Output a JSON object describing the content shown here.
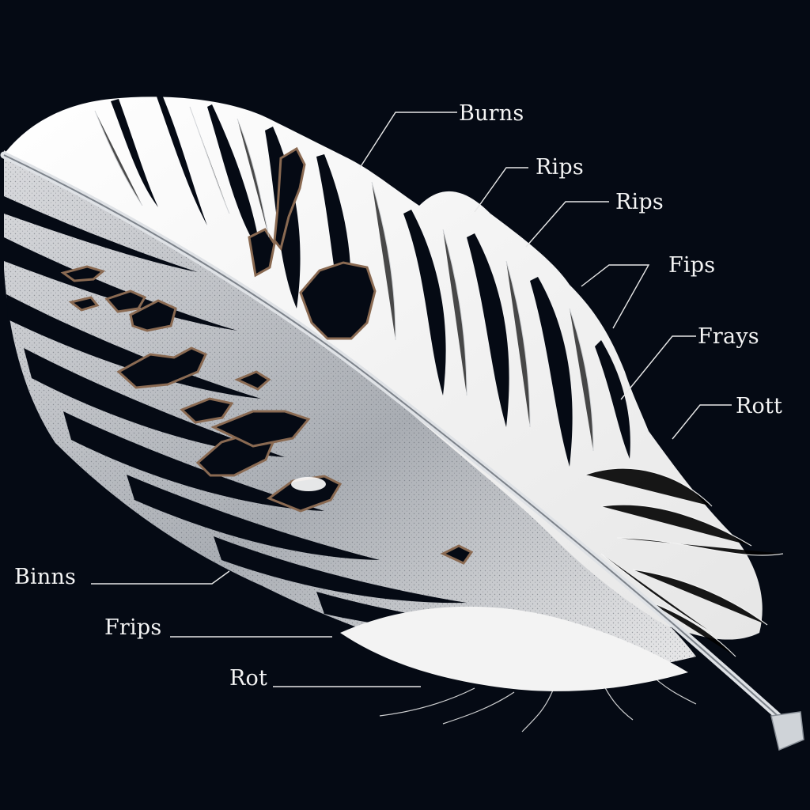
{
  "labels": {
    "burns_top": "Burns",
    "rips_1": "Rips",
    "rips_2": "Rips",
    "fips": "Fips",
    "frays": "Frays",
    "rott": "Rott",
    "binns": "Binns",
    "frips": "Frips",
    "rot": "Rot"
  },
  "colors": {
    "background": "#050a14",
    "feather": "#f2f2f2",
    "shade": "#9aa0a8",
    "burn_edge": "#8a6a52",
    "label": "#f4f4f4"
  }
}
